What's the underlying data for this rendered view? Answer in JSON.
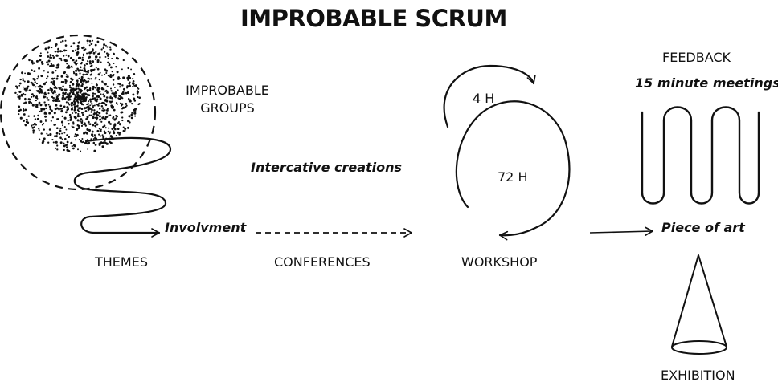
{
  "title": "IMPROBABLE SCRUM",
  "labels": {
    "improbable_groups_line1": "IMPROBABLE",
    "improbable_groups_line2": "GROUPS",
    "interactive_creations": "Intercative creations",
    "involvement": "Involvment",
    "themes": "THEMES",
    "conferences": "CONFERENCES",
    "workshop": "WORKSHOP",
    "four_hours": "4 H",
    "seventy_two_hours": "72 H",
    "feedback": "FEEDBACK",
    "fifteen_minute_meetings": "15 minute meetings",
    "piece_of_art": "Piece of art",
    "exhibition": "EXHIBITION"
  },
  "colors": {
    "ink": "#111111",
    "background": "#ffffff"
  }
}
